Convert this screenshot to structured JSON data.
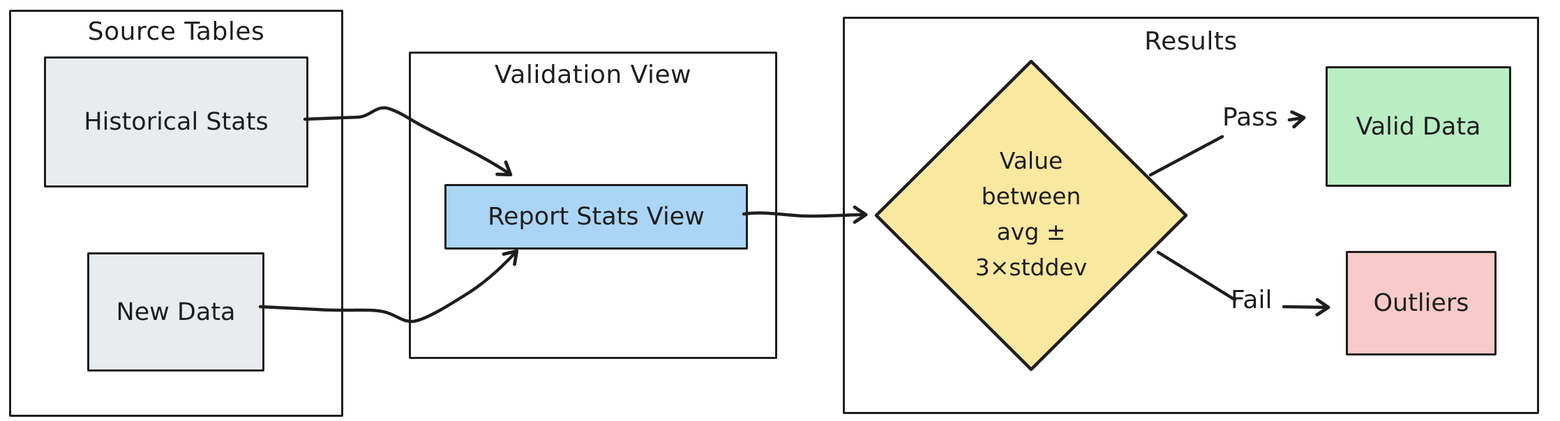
{
  "diagram": {
    "background": "#ffffff",
    "stroke_color": "#1e1e1e",
    "groups": {
      "source_tables": {
        "title": "Source Tables"
      },
      "validation_view": {
        "title": "Validation View"
      },
      "results": {
        "title": "Results"
      }
    },
    "nodes": {
      "historical_stats": {
        "label": "Historical Stats",
        "fill": "#e9ecef"
      },
      "new_data": {
        "label": "New Data",
        "fill": "#e9ecef"
      },
      "report_stats_view": {
        "label": "Report Stats View",
        "fill": "#aad5f5"
      },
      "decision": {
        "label_lines": [
          "Value",
          "between",
          "avg ±",
          "3×stddev"
        ],
        "fill": "#f9e8a0"
      },
      "valid_data": {
        "label": "Valid Data",
        "fill": "#b9eec3"
      },
      "outliers": {
        "label": "Outliers",
        "fill": "#f8caca"
      }
    },
    "edge_labels": {
      "pass": "Pass",
      "fail": "Fail"
    }
  }
}
